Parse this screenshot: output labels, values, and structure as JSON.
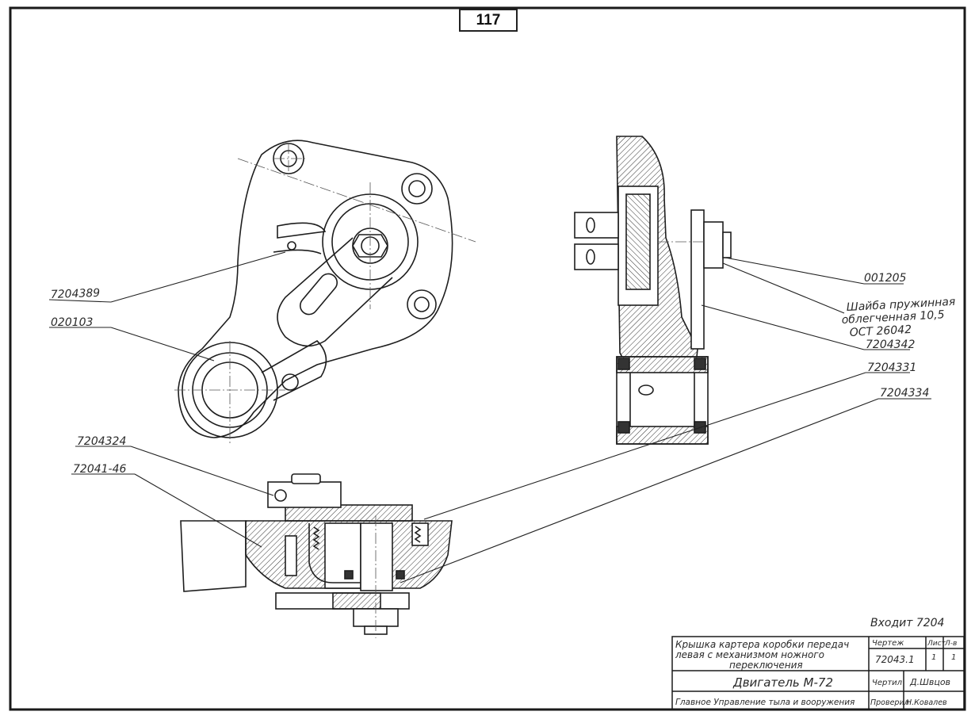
{
  "sheet": {
    "page_number": "117"
  },
  "labels": {
    "l_7204389": "7204389",
    "l_020103": "020103",
    "l_001205": "001205",
    "l_washer_1": "Шайба пружинная",
    "l_washer_2": "облегченная 10,5",
    "l_washer_3": "ОСТ 26042",
    "l_7204342": "7204342",
    "l_7204331": "7204331",
    "l_7204334": "7204334",
    "l_7204324": "7204324",
    "l_7204146": "72041-46"
  },
  "title_block": {
    "enters": "Входит 7204",
    "name_1": "Крышка картера коробки передач",
    "name_2": "левая с механизмом ножного",
    "name_3": "переключения",
    "drawing_no_head": "Чертеж",
    "drawing_no": "72043.1",
    "sheet_head": "Лист",
    "sheet_no": "1",
    "sheets_head": "Л-в",
    "sheets_no": "1",
    "engine": "Двигатель М-72",
    "drafted_label": "Чертил",
    "drafted_by": "Д.Швцов",
    "org": "Главное Управление тыла и вооружения",
    "checked_label": "Проверил",
    "checked_by": "Н.Ковалев"
  }
}
